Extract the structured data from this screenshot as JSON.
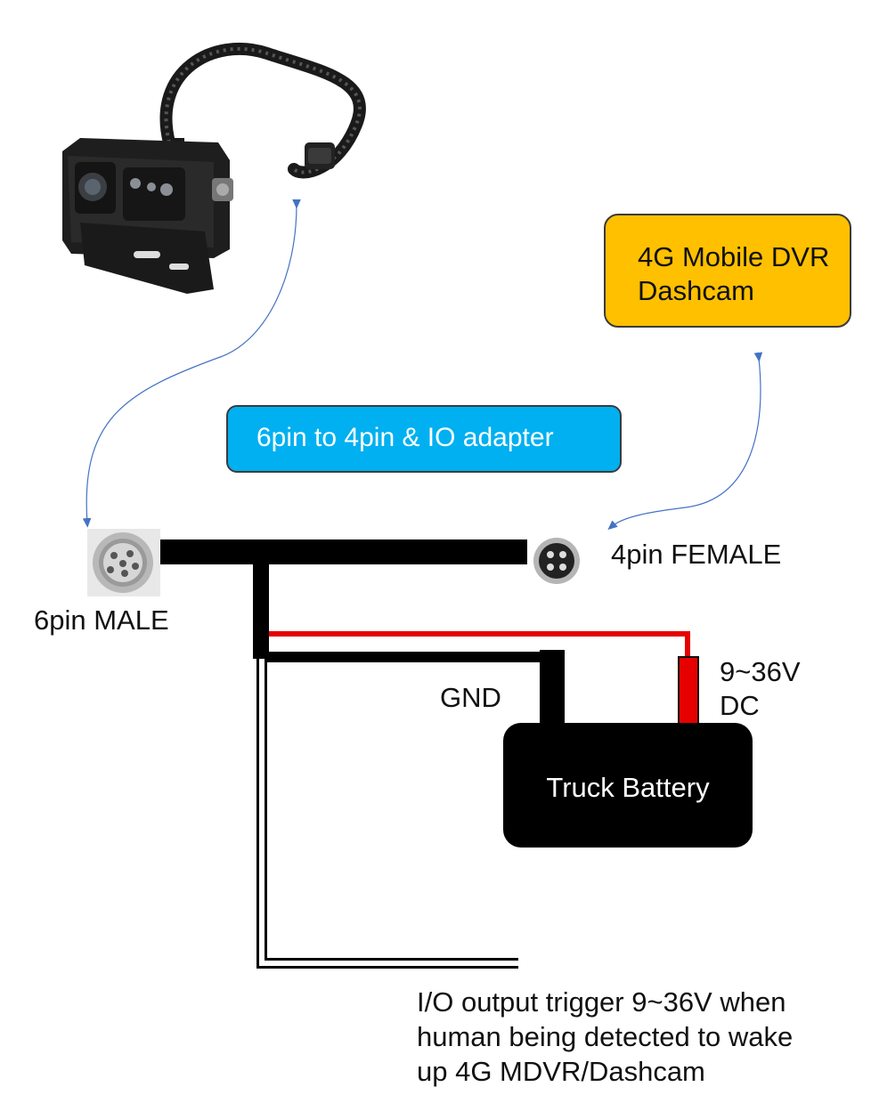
{
  "dvr_box": {
    "line1": "4G Mobile DVR",
    "line2": "Dashcam",
    "color": "#ffc000"
  },
  "adapter_box": {
    "label": "6pin to 4pin & IO adapter",
    "color": "#00b0f0"
  },
  "male_connector": {
    "label": "6pin MALE"
  },
  "female_connector": {
    "label": "4pin FEMALE"
  },
  "gnd": {
    "label": "GND"
  },
  "voltage": {
    "line1": "9~36V",
    "line2": "DC"
  },
  "battery": {
    "label": "Truck Battery"
  },
  "io_note": {
    "line1": "I/O output trigger 9~36V when",
    "line2": "human being detected to wake",
    "line3": "up 4G MDVR/Dashcam"
  },
  "colors": {
    "wire_power": "#e60000",
    "wire_ground": "#000000",
    "arrow": "#4472c4"
  }
}
